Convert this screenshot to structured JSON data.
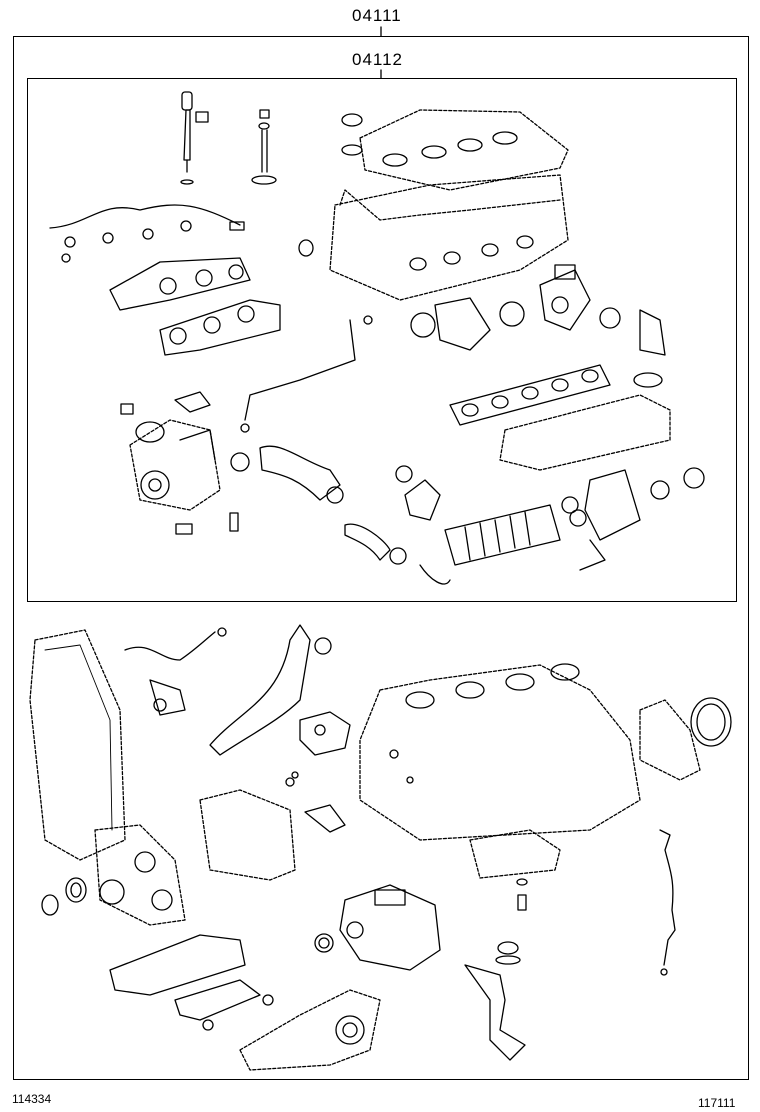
{
  "labels": {
    "assembly_kit": "04111",
    "gasket_kit": "04112"
  },
  "footer": {
    "left_code": "114334",
    "right_code": "117111"
  }
}
